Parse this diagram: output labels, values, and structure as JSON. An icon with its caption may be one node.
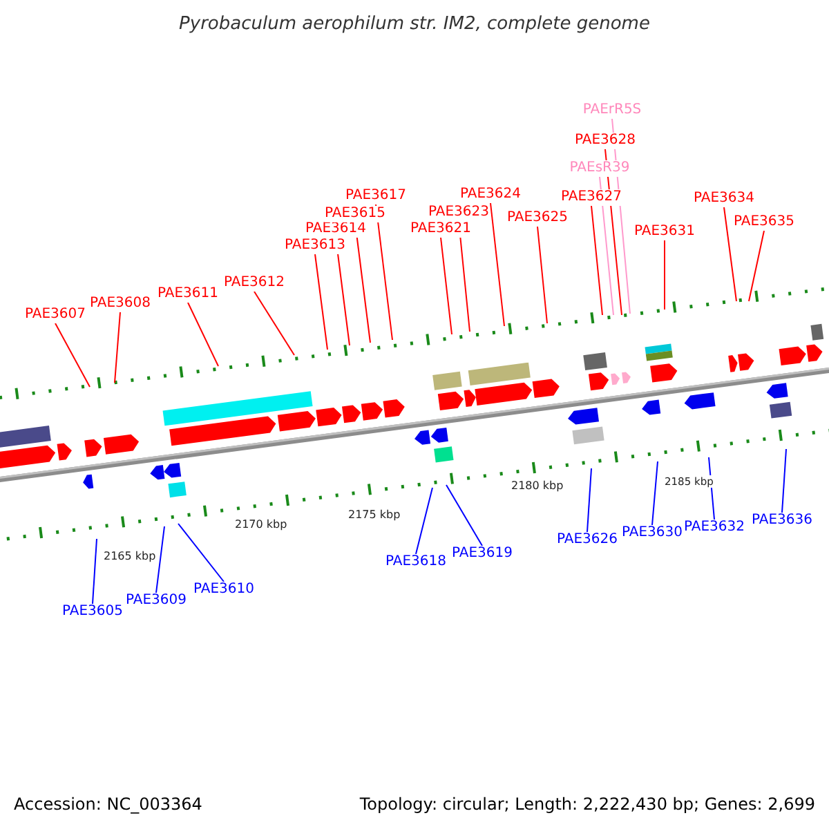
{
  "diagram": {
    "title": "Pyrobaculum aerophilum str. IM2, complete genome",
    "nodes": [
      {
        "text": [
          "PAE3607"
        ]
      },
      {
        "text": [
          "PAE3608"
        ]
      },
      {
        "text": [
          "PAE3611"
        ]
      },
      {
        "text": [
          "PAE3612"
        ]
      },
      {
        "text": [
          "PAE3613"
        ]
      },
      {
        "text": [
          "PAE3614"
        ]
      },
      {
        "text": [
          "PAE3615"
        ]
      },
      {
        "text": [
          "PAE3617"
        ]
      },
      {
        "text": [
          "PAE3621"
        ]
      },
      {
        "text": [
          "PAE3623"
        ]
      },
      {
        "text": [
          "PAE3624"
        ]
      },
      {
        "text": [
          "PAE3625"
        ]
      },
      {
        "text": [
          "PAE3627"
        ]
      },
      {
        "text": [
          "PAE3628"
        ]
      },
      {
        "text": [
          "PAEsR39"
        ]
      },
      {
        "text": [
          "PAErR5S"
        ]
      },
      {
        "text": [
          "PAE3631"
        ]
      },
      {
        "text": [
          "PAE3634"
        ]
      },
      {
        "text": [
          "PAE3635"
        ]
      },
      {
        "text": [
          "PAE3605"
        ]
      },
      {
        "text": [
          "PAE3609"
        ]
      },
      {
        "text": [
          "PAE3610"
        ]
      },
      {
        "text": [
          "PAE3618"
        ]
      },
      {
        "text": [
          "PAE3619"
        ]
      },
      {
        "text": [
          "PAE3626"
        ]
      },
      {
        "text": [
          "PAE3630"
        ]
      },
      {
        "text": [
          "PAE3632"
        ]
      },
      {
        "text": [
          "PAE3636"
        ]
      }
    ],
    "edges": [
      {
        "from": 0,
        "to": null,
        "arrow": "none"
      },
      {
        "from": 1,
        "to": null,
        "arrow": "none"
      },
      {
        "from": 2,
        "to": null,
        "arrow": "none"
      },
      {
        "from": 3,
        "to": null,
        "arrow": "none"
      },
      {
        "from": 4,
        "to": null,
        "arrow": "none"
      },
      {
        "from": 5,
        "to": null,
        "arrow": "none"
      },
      {
        "from": 6,
        "to": null,
        "arrow": "none"
      },
      {
        "from": 7,
        "to": null,
        "arrow": "none"
      },
      {
        "from": 8,
        "to": null,
        "arrow": "none"
      },
      {
        "from": 9,
        "to": null,
        "arrow": "none"
      },
      {
        "from": 10,
        "to": null,
        "arrow": "none"
      },
      {
        "from": 11,
        "to": null,
        "arrow": "none"
      },
      {
        "from": 12,
        "to": null,
        "arrow": "none"
      },
      {
        "from": 13,
        "to": null,
        "arrow": "none"
      },
      {
        "from": 14,
        "to": null,
        "arrow": "none",
        "color": "#ff99cc"
      },
      {
        "from": 15,
        "to": null,
        "arrow": "none",
        "color": "#ff99cc"
      },
      {
        "from": 16,
        "to": null,
        "arrow": "none"
      },
      {
        "from": 17,
        "to": null,
        "arrow": "none"
      },
      {
        "from": 18,
        "to": null,
        "arrow": "none"
      },
      {
        "from": 19,
        "to": null,
        "arrow": "none",
        "color": "#0000ff"
      },
      {
        "from": 20,
        "to": null,
        "arrow": "none",
        "color": "#0000ff"
      },
      {
        "from": 21,
        "to": null,
        "arrow": "none",
        "color": "#0000ff"
      },
      {
        "from": 22,
        "to": null,
        "arrow": "none",
        "color": "#0000ff"
      },
      {
        "from": 23,
        "to": null,
        "arrow": "none",
        "color": "#0000ff"
      },
      {
        "from": 24,
        "to": null,
        "arrow": "none",
        "color": "#0000ff"
      },
      {
        "from": 25,
        "to": null,
        "arrow": "none",
        "color": "#0000ff"
      },
      {
        "from": 26,
        "to": null,
        "arrow": "none",
        "color": "#0000ff"
      },
      {
        "from": 27,
        "to": null,
        "arrow": "none",
        "color": "#0000ff"
      }
    ],
    "labels": [
      "2165 kbp",
      "2170 kbp",
      "2175 kbp",
      "2180 kbp",
      "2185 kbp",
      "Accession: NC_003364",
      "Topology: circular; Length: 2,222,430 bp; Genes: 2,699"
    ]
  }
}
